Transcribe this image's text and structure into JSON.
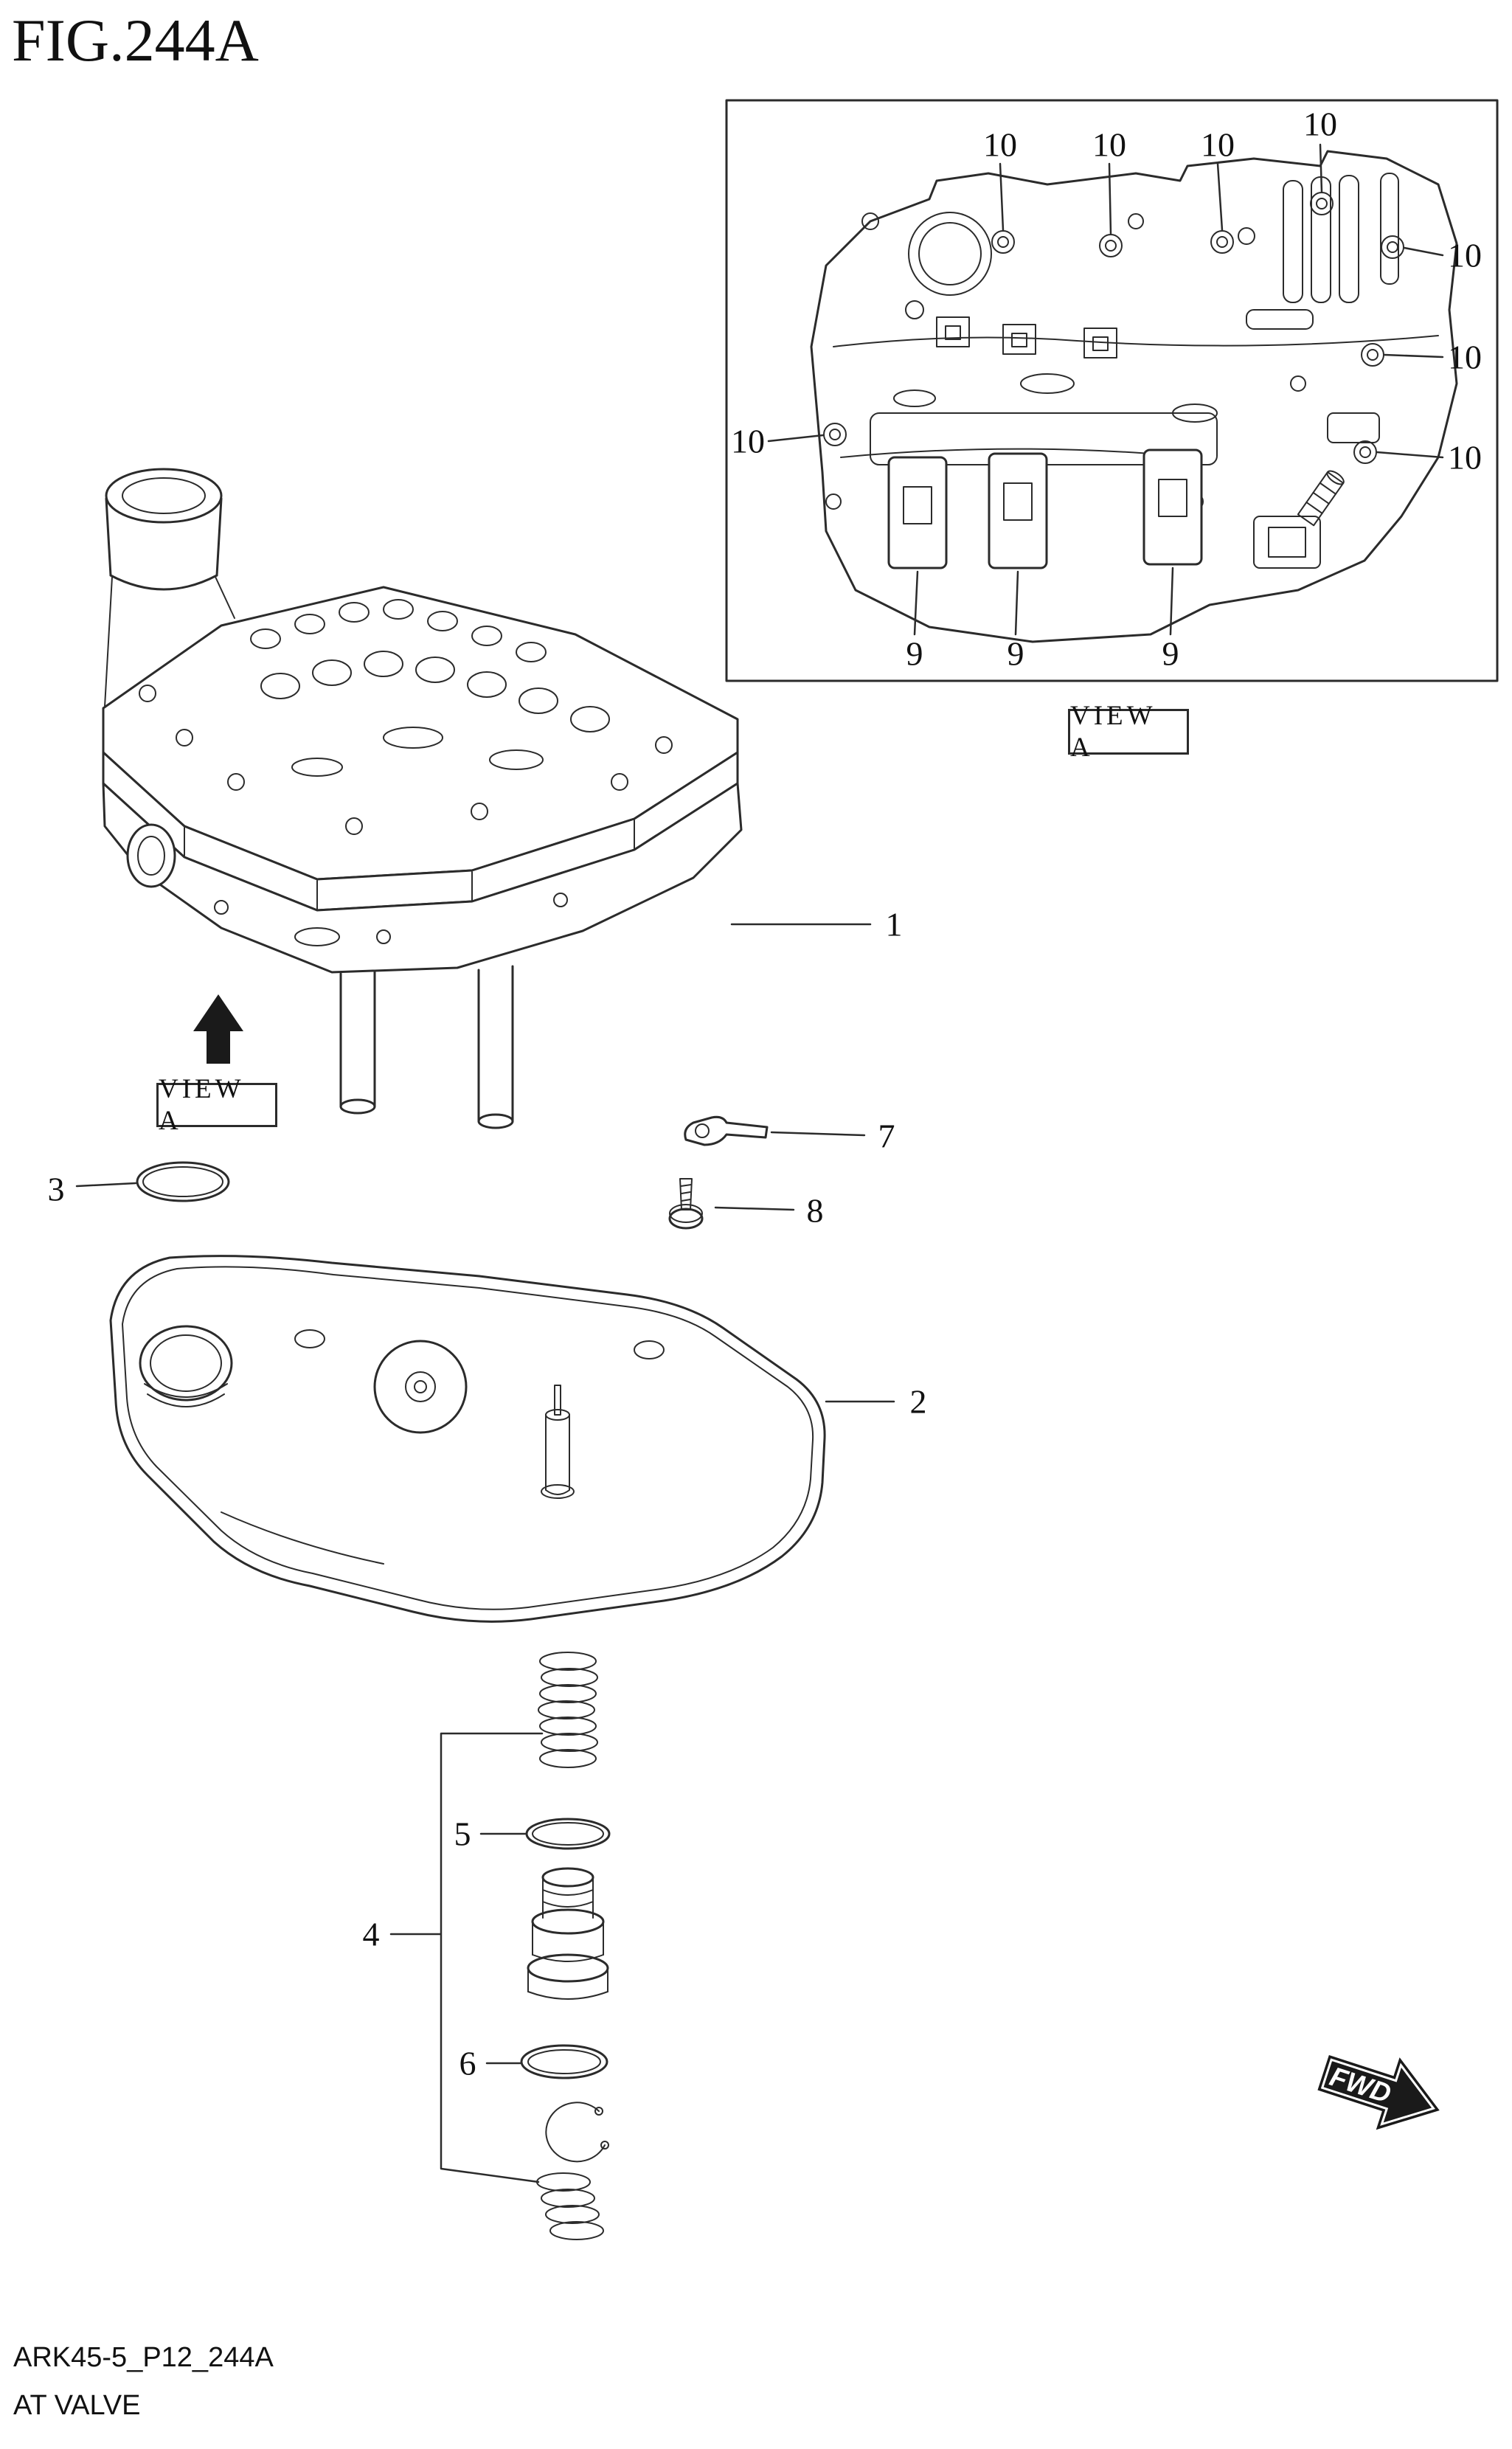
{
  "figure": {
    "title": "FIG.244A",
    "code": "ARK45-5_P12_244A",
    "name": "AT VALVE"
  },
  "view_label": "VIEW A",
  "fwd_label": "FWD",
  "callouts": {
    "n1": "1",
    "n2": "2",
    "n3": "3",
    "n4": "4",
    "n5": "5",
    "n6": "6",
    "n7": "7",
    "n8": "8",
    "inset_top": [
      "10",
      "10",
      "10",
      "10"
    ],
    "inset_right": [
      "10",
      "10",
      "10"
    ],
    "inset_left": [
      "10"
    ],
    "inset_bottom": [
      "9",
      "9",
      "9"
    ]
  }
}
